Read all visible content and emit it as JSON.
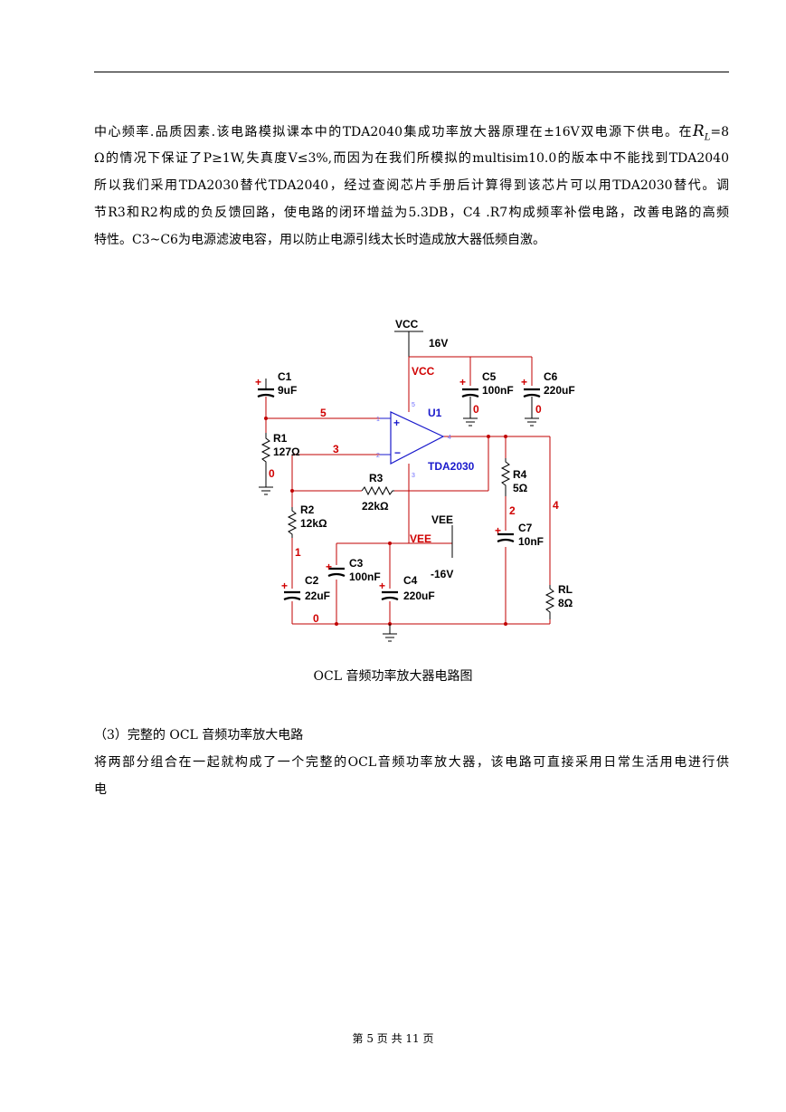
{
  "paragraph1": {
    "line1_a": "中心频率.品质因素.该电路模拟课本中的TDA2040集成功率放大器原理在±16V双电源下供电。在",
    "line1_rl": "R",
    "line1_rl_sub": "L",
    "line1_b": "=8",
    "line2": "Ω的情况下保证了P≥1W,失真度V≤3%,而因为在我们所模拟的multisim10.0的版本中不能找到TDA2040",
    "line3": "所以我们采用TDA2030替代TDA2040，经过查阅芯片手册后计算得到该芯片可以用TDA2030替代。调",
    "line4": "节R3和R2构成的负反馈回路，使电路的闭环增益为5.3DB，C4 .R7构成频率补偿电路，改善电路的高频",
    "line5": "特性。C3~C6为电源滤波电容，用以防止电源引线太长时造成放大器低频自激。"
  },
  "circuit": {
    "vcc_label": "VCC",
    "vcc_value": "16V",
    "vcc_net": "VCC",
    "vee_label": "VEE",
    "vee_value": "-16V",
    "vee_net": "VEE",
    "u1_name": "U1",
    "u1_part": "TDA2030",
    "pin_plus": "+",
    "pin_minus": "−",
    "pin1": "1",
    "pin2": "2",
    "pin3": "3",
    "pin4": "4",
    "pin5": "5",
    "c1_name": "C1",
    "c1_value": "9uF",
    "c2_name": "C2",
    "c2_value": "22uF",
    "c3_name": "C3",
    "c3_value": "100nF",
    "c4_name": "C4",
    "c4_value": "220uF",
    "c5_name": "C5",
    "c5_value": "100nF",
    "c6_name": "C6",
    "c6_value": "220uF",
    "c7_name": "C7",
    "c7_value": "10nF",
    "r1_name": "R1",
    "r1_value": "127Ω",
    "r2_name": "R2",
    "r2_value": "12kΩ",
    "r3_name": "R3",
    "r3_value": "22kΩ",
    "r4_name": "R4",
    "r4_value": "5Ω",
    "rl_name": "RL",
    "rl_value": "8Ω",
    "net_5": "5",
    "net_3": "3",
    "net_0_r1": "0",
    "net_1": "1",
    "net_0_bottom": "0",
    "net_0_c5": "0",
    "net_0_c6": "0",
    "net_2": "2",
    "net_4": "4",
    "polarity": "+"
  },
  "caption": "OCL 音频功率放大器电路图",
  "section_heading": "（3）完整的 OCL 音频功率放大电路",
  "paragraph2": {
    "line1": "将两部分组合在一起就构成了一个完整的OCL音频功率放大器，该电路可直接采用日常生活用电进行供",
    "line2": "电"
  },
  "footer": "第 5 页 共 11 页"
}
